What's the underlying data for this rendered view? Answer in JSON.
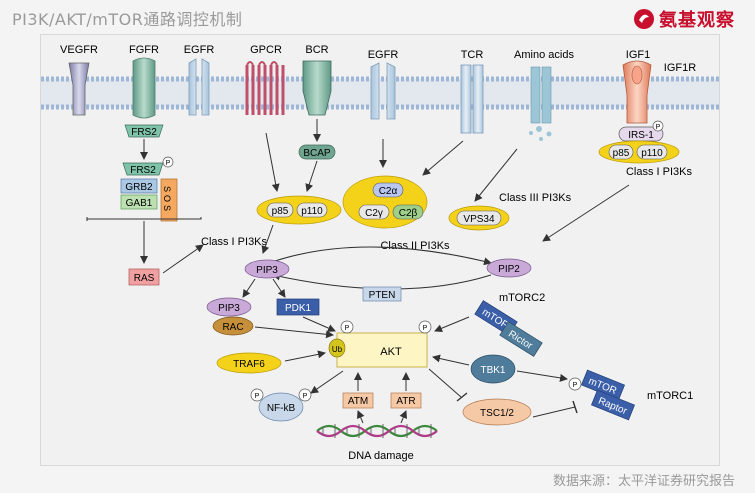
{
  "header": {
    "title": "PI3K/AKT/mTOR通路调控机制",
    "brand": "氨基观察"
  },
  "footer": {
    "source": "数据来源：太平洋证券研究报告"
  },
  "receptors": {
    "vegfr": "VEGFR",
    "fgfr": "FGFR",
    "egfr1": "EGFR",
    "gpcr": "GPCR",
    "bcr": "BCR",
    "egfr2": "EGFR",
    "tcr": "TCR",
    "amino": "Amino acids",
    "igf1": "IGF1",
    "igf1r": "IGF1R"
  },
  "nodes": {
    "frs2_top": "FRS2",
    "frs2": "FRS2",
    "grb2": "GRB2",
    "gab1": "GAB1",
    "sos": "SOS",
    "ras": "RAS",
    "bcap": "BCAP",
    "irs1": "IRS-1",
    "p85": "p85",
    "p110": "p110",
    "p85b": "p85",
    "p110b": "p110",
    "c2a": "C2α",
    "c2g": "C2γ",
    "c2b": "C2β",
    "vps34": "VPS34",
    "pip3": "PIP3",
    "pip2": "PIP2",
    "pten": "PTEN",
    "pip3b": "PIP3",
    "rac": "RAC",
    "pdk1": "PDK1",
    "akt": "AKT",
    "ub": "Ub",
    "traf6": "TRAF6",
    "nfkb": "NF-kB",
    "atm": "ATM",
    "atr": "ATR",
    "tbk1": "TBK1",
    "tsc": "TSC1/2",
    "mtor1": "mTOR",
    "rictor": "Rictor",
    "mtor2": "mTOR",
    "raptor": "Raptor",
    "p": "P"
  },
  "labels": {
    "class1_right": "Class I PI3Ks",
    "class1_left": "Class I PI3Ks",
    "class2": "Class II PI3Ks",
    "class3": "Class III  PI3Ks",
    "mtorc2": "mTORC2",
    "mtorc1": "mTORC1",
    "dna": "DNA damage"
  },
  "colors": {
    "yellow": "#f5d21a",
    "purple": "#c9a9d8",
    "blue_dark": "#3a5ea8",
    "steel": "#4f7c9a",
    "orange_light": "#f6c9a6",
    "akt_fill": "#fdf6c4",
    "membrane": "#9eb7d6"
  }
}
